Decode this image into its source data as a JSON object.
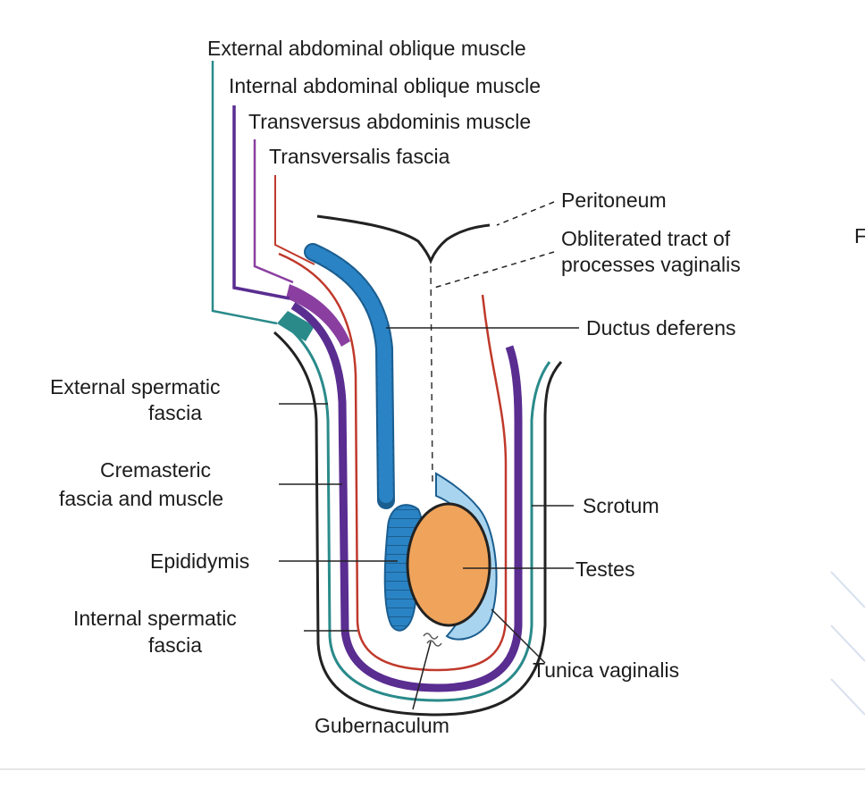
{
  "labels": {
    "external_abdominal_oblique": "External abdominal oblique muscle",
    "internal_abdominal_oblique": "Internal abdominal oblique muscle",
    "transversus_abdominis": "Transversus abdominis muscle",
    "transversalis_fascia": "Transversalis fascia",
    "peritoneum": "Peritoneum",
    "obliterated_tract_line1": "Obliterated tract of",
    "obliterated_tract_line2": "processes vaginalis",
    "ductus_deferens": "Ductus deferens",
    "external_spermatic_line1": "External spermatic",
    "external_spermatic_line2": "fascia",
    "cremasteric_line1": "Cremasteric",
    "cremasteric_line2": "fascia and muscle",
    "epididymis": "Epididymis",
    "internal_spermatic_line1": "Internal spermatic",
    "internal_spermatic_line2": "fascia",
    "gubernaculum": "Gubernaculum",
    "scrotum": "Scrotum",
    "testes": "Testes",
    "tunica_vaginalis": "Tunica vaginalis",
    "edge_fragment": "F"
  },
  "colors": {
    "external_oblique": "#2a8a8a",
    "internal_oblique": "#5a2d91",
    "transversus": "#8a3fa0",
    "transversalis": "#c0392b",
    "epididymis": "#2a83c4",
    "epididymis_dark": "#1b5e90",
    "tunica": "#a9d4ef",
    "testis": "#f0a35a",
    "outline": "#222222"
  }
}
